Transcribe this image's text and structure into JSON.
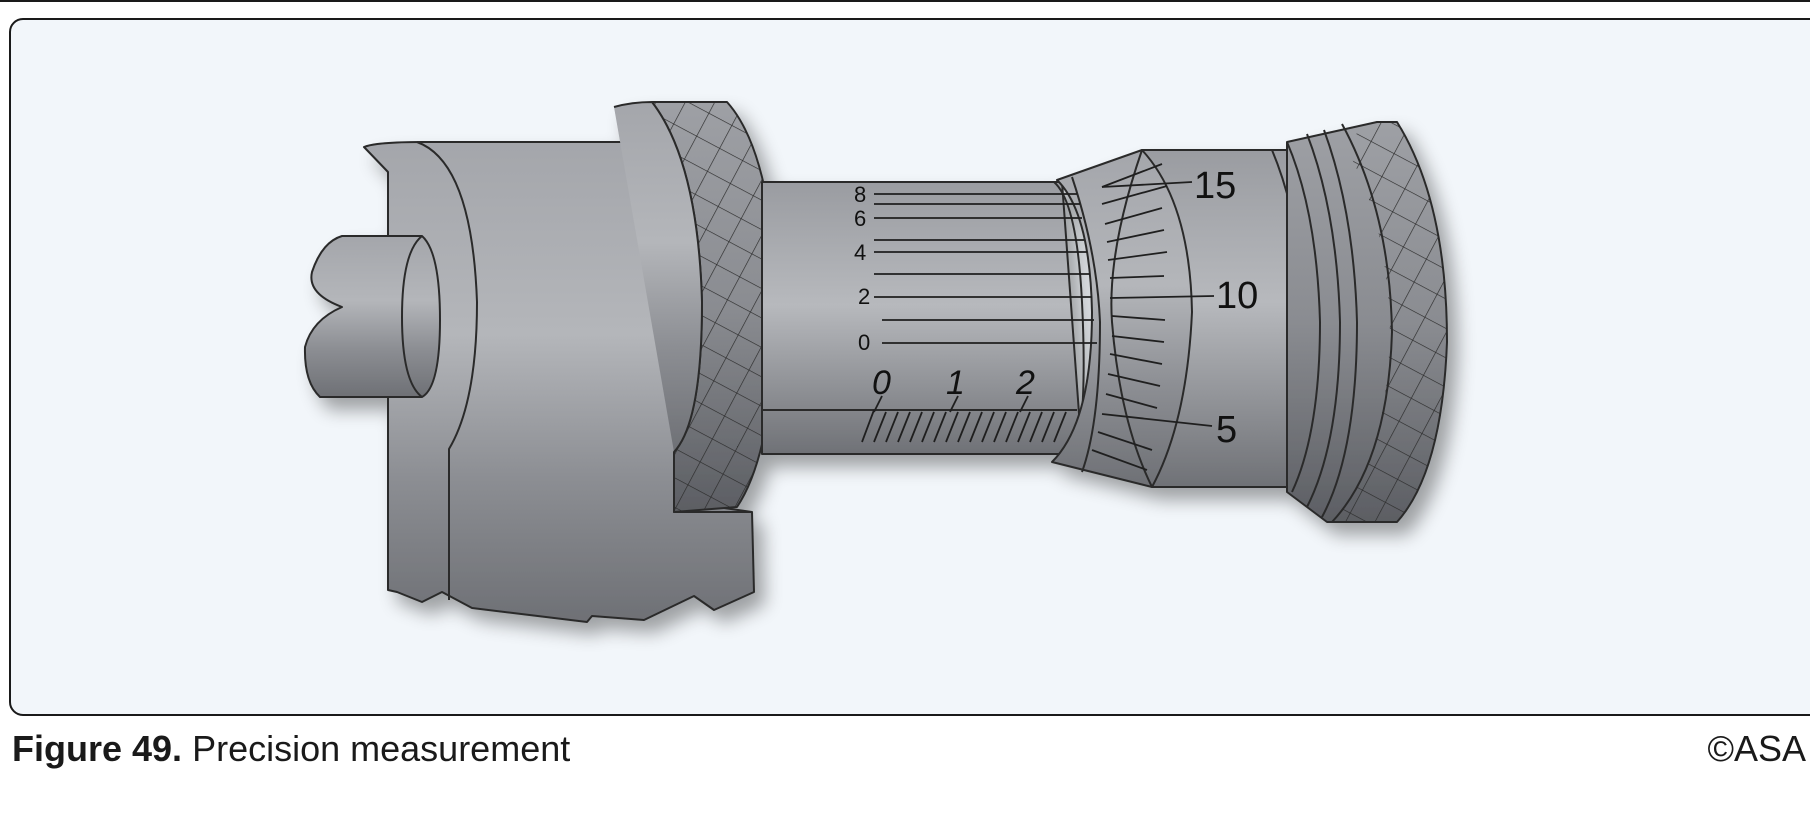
{
  "figure": {
    "label": "Figure 49.",
    "title": "Precision measurement",
    "copyright": "©ASA"
  },
  "micrometer": {
    "sleeve_scale_major": [
      "0",
      "1",
      "2"
    ],
    "sleeve_scale_minor": [
      "8",
      "6",
      "4",
      "2",
      "0"
    ],
    "thimble_scale": [
      "15",
      "10",
      "5"
    ]
  }
}
